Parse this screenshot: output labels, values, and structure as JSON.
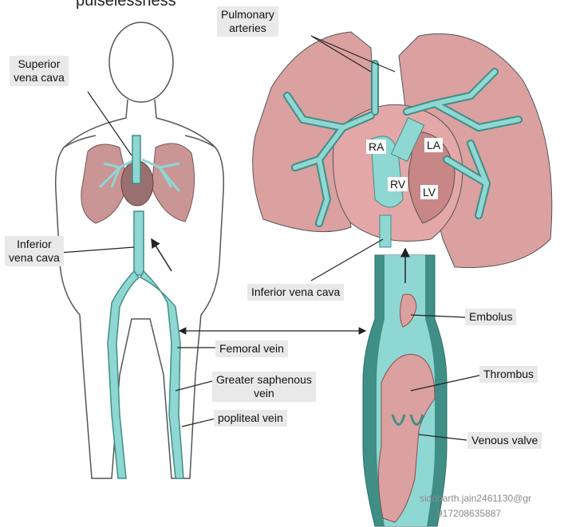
{
  "title_partial": "pulselessness",
  "labels": {
    "superior_vena_cava": [
      "Superior",
      "vena cava"
    ],
    "pulmonary_arteries": [
      "Pulmonary",
      "arteries"
    ],
    "inferior_vena_cava_left": [
      "Inferior",
      "vena cava"
    ],
    "inferior_vena_cava_right": "Inferior vena cava",
    "femoral_vein": "Femoral vein",
    "greater_saphenous_vein": [
      "Greater saphenous",
      "vein"
    ],
    "popliteal_vein": "popliteal vein",
    "embolus": "Embolus",
    "thrombus": "Thrombus",
    "venous_valve": "Venous valve"
  },
  "chambers": {
    "ra": "RA",
    "la": "LA",
    "rv": "RV",
    "lv": "LV"
  },
  "watermark": [
    "siddharth.jain2461130@gr",
    "917208635887"
  ],
  "colors": {
    "lung": "#dba0a0",
    "lung_dark": "#c98686",
    "vein": "#8fd7d3",
    "vein_dark": "#3f8f87",
    "label_bg": "#e9e9e9",
    "outline": "#444444"
  }
}
